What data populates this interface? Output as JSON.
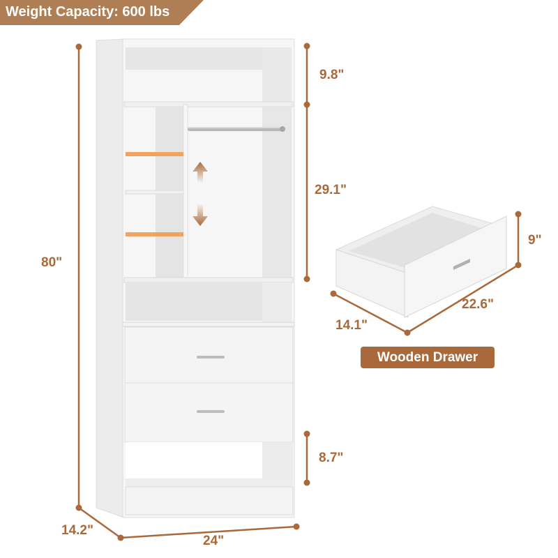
{
  "banner": {
    "text": "Weight Capacity: 600 lbs",
    "color": "#b07e55"
  },
  "dimensions": {
    "height_total": "80\"",
    "top_compartment": "9.8\"",
    "hanging_section": "29.1\"",
    "bottom_open_shelf": "8.7\"",
    "depth": "14.2\"",
    "width": "24\""
  },
  "drawer_detail": {
    "height": "9\"",
    "depth": "14.1\"",
    "width": "22.6\"",
    "label": "Wooden Drawer"
  },
  "colors": {
    "accent": "#a9693a",
    "adjustable_shelf_highlight": "#f0a35e",
    "furniture_white": "#f4f4f4",
    "furniture_shade": "#e3e3e3"
  }
}
